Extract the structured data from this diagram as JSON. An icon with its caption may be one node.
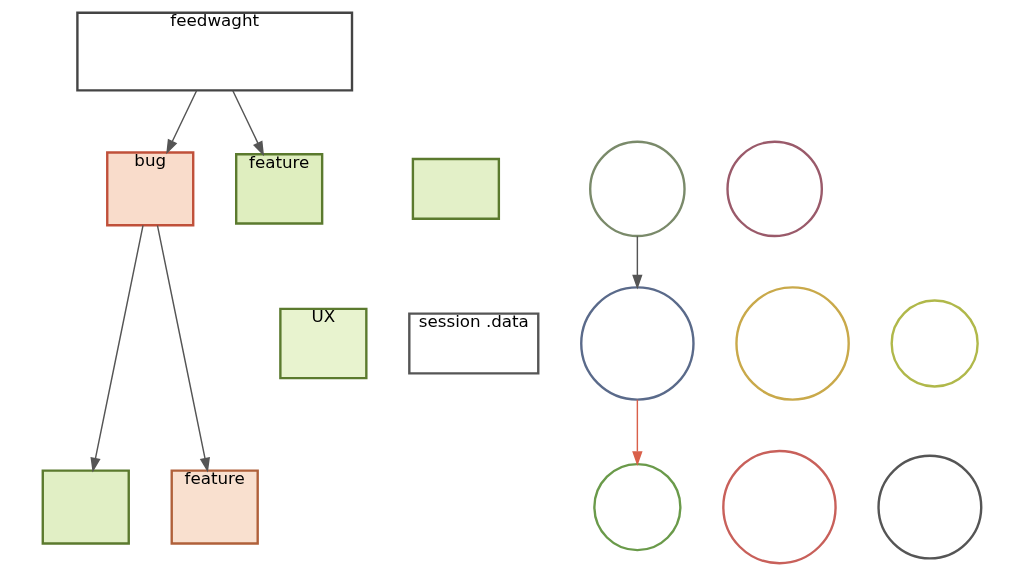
{
  "diagram": {
    "nodes": [
      {
        "text": [
          "feedwaght"
        ]
      },
      {
        "text": [
          "bug"
        ]
      },
      {
        "text": [
          "feature"
        ]
      },
      {
        "text": [],
        "shape": "box"
      },
      {
        "text": [
          "UX"
        ]
      },
      {
        "text": [],
        "shape": "box"
      },
      {
        "text": [
          "feature"
        ]
      },
      {
        "text": [
          "session .data"
        ]
      },
      {
        "text": [],
        "shape": "circle"
      },
      {
        "text": [],
        "shape": "circle"
      },
      {
        "text": [],
        "shape": "circle"
      },
      {
        "text": [],
        "shape": "circle"
      },
      {
        "text": [],
        "shape": "circle"
      },
      {
        "text": [],
        "shape": "circle"
      },
      {
        "text": [],
        "shape": "circle"
      },
      {
        "text": [],
        "shape": "circle"
      }
    ],
    "edges": [
      {
        "from": 0,
        "to": 1,
        "arrow": "to"
      },
      {
        "from": 0,
        "to": 2,
        "arrow": "to"
      },
      {
        "from": 1,
        "to": 5,
        "arrow": "to"
      },
      {
        "from": 1,
        "to": 6,
        "arrow": "to"
      },
      {
        "from": 8,
        "to": 11,
        "arrow": "to"
      },
      {
        "from": 11,
        "to": 14,
        "arrow": "to",
        "color": "#d9604a"
      }
    ]
  }
}
